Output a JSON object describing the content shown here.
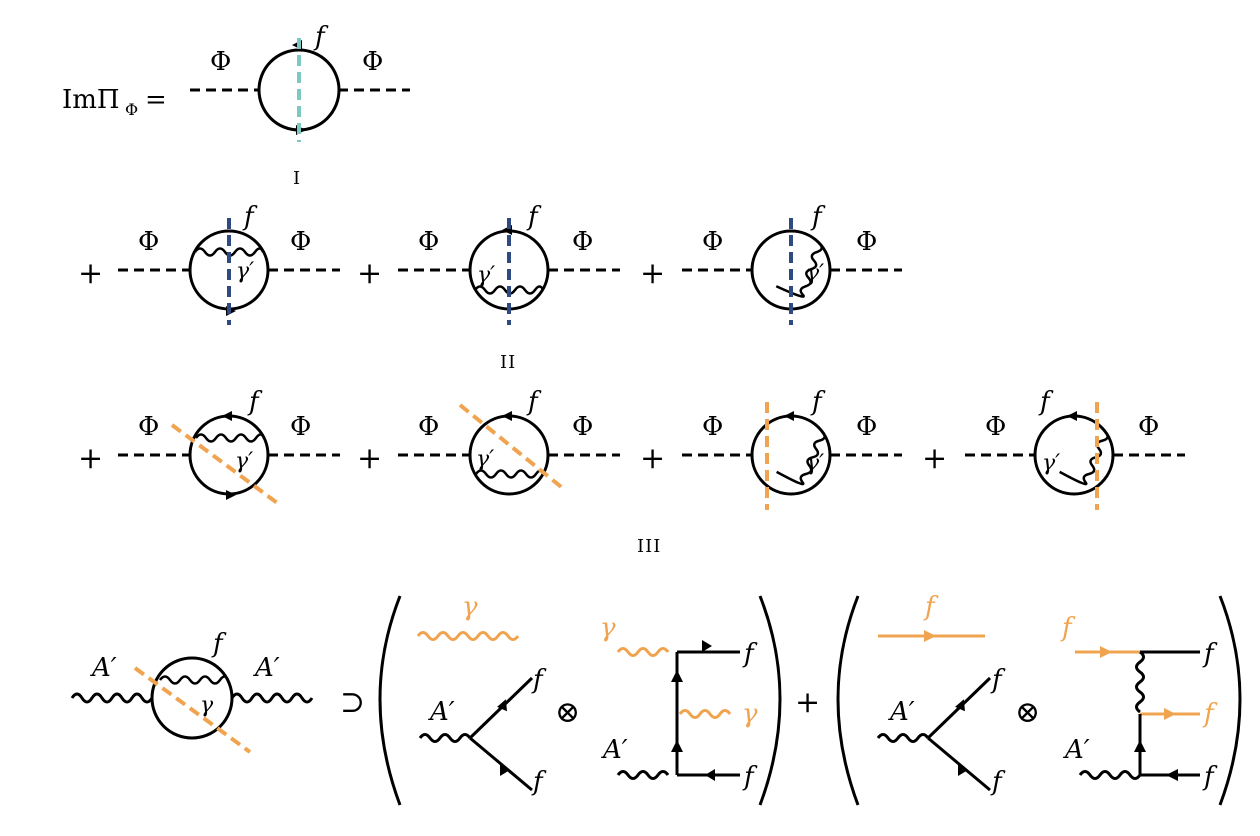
{
  "equation": {
    "lhs": "ImΠ",
    "lhs_subscript": "Φ",
    "equals": "="
  },
  "labels": {
    "scalar": "Φ",
    "fermion": "f",
    "dark_photon_internal": "γ′",
    "dark_photon_external": "A′",
    "photon": "γ",
    "plus": "+",
    "superset": "⊃",
    "tensor": "⊗"
  },
  "group_captions": [
    "I",
    "II",
    "III"
  ],
  "colors": {
    "cut_I": "#7ec8c2",
    "cut_II": "#2f4a80",
    "cut_III": "#f0a450",
    "lines": "#000000",
    "emitted": "#f0a450"
  }
}
